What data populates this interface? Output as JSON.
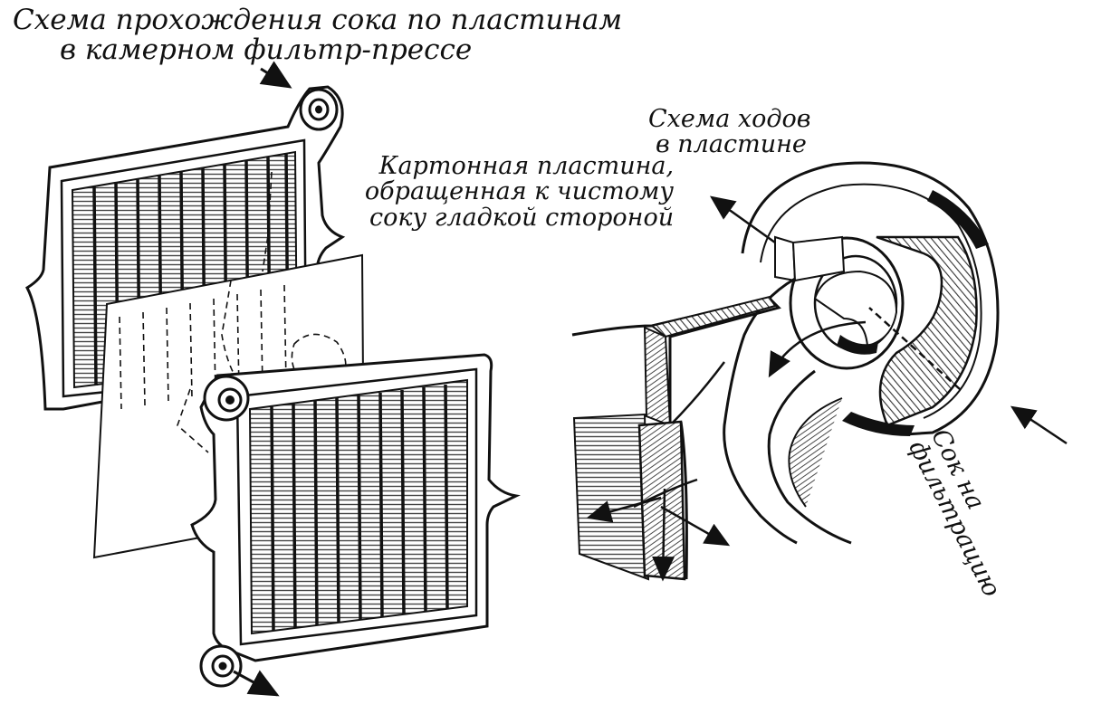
{
  "labels": {
    "title_line1": "Схема прохождения сока по пластинам",
    "title_line2": "в камерном фильтр-прессе",
    "cardboard_line1": "Картонная пластина,",
    "cardboard_line2": "обращенная к чистому",
    "cardboard_line3": "соку гладкой стороной",
    "channels_line1": "Схема ходов",
    "channels_line2": "в пластине",
    "juice_line1": "Сок на",
    "juice_line2": "фильтрацию"
  },
  "colors": {
    "ink": "#111111",
    "paper": "#ffffff",
    "hatch": "#333333"
  }
}
